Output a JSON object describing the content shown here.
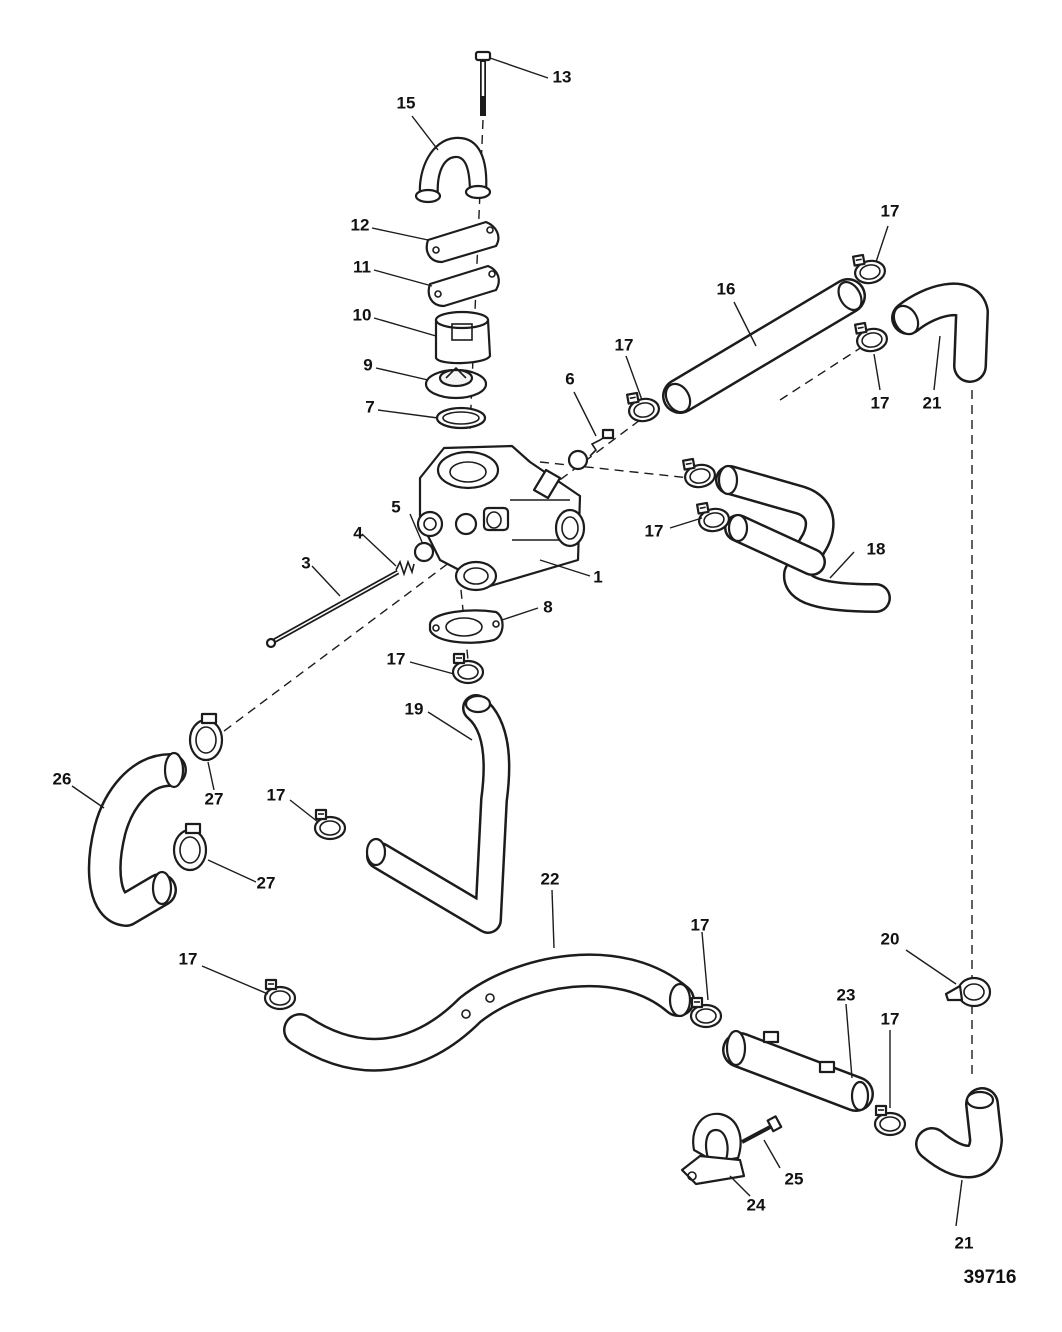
{
  "figure_number": "39716",
  "callouts": {
    "c1": "1",
    "c3": "3",
    "c4": "4",
    "c5": "5",
    "c6": "6",
    "c7": "7",
    "c8": "8",
    "c9": "9",
    "c10": "10",
    "c11": "11",
    "c12": "12",
    "c13": "13",
    "c15": "15",
    "c16": "16",
    "c17a": "17",
    "c17b": "17",
    "c17c": "17",
    "c17d": "17",
    "c17e": "17",
    "c17f": "17",
    "c17g": "17",
    "c17h": "17",
    "c17i": "17",
    "c18": "18",
    "c19": "19",
    "c20": "20",
    "c21a": "21",
    "c21b": "21",
    "c22": "22",
    "c23": "23",
    "c24": "24",
    "c25": "25",
    "c26": "26",
    "c27a": "27",
    "c27b": "27"
  }
}
